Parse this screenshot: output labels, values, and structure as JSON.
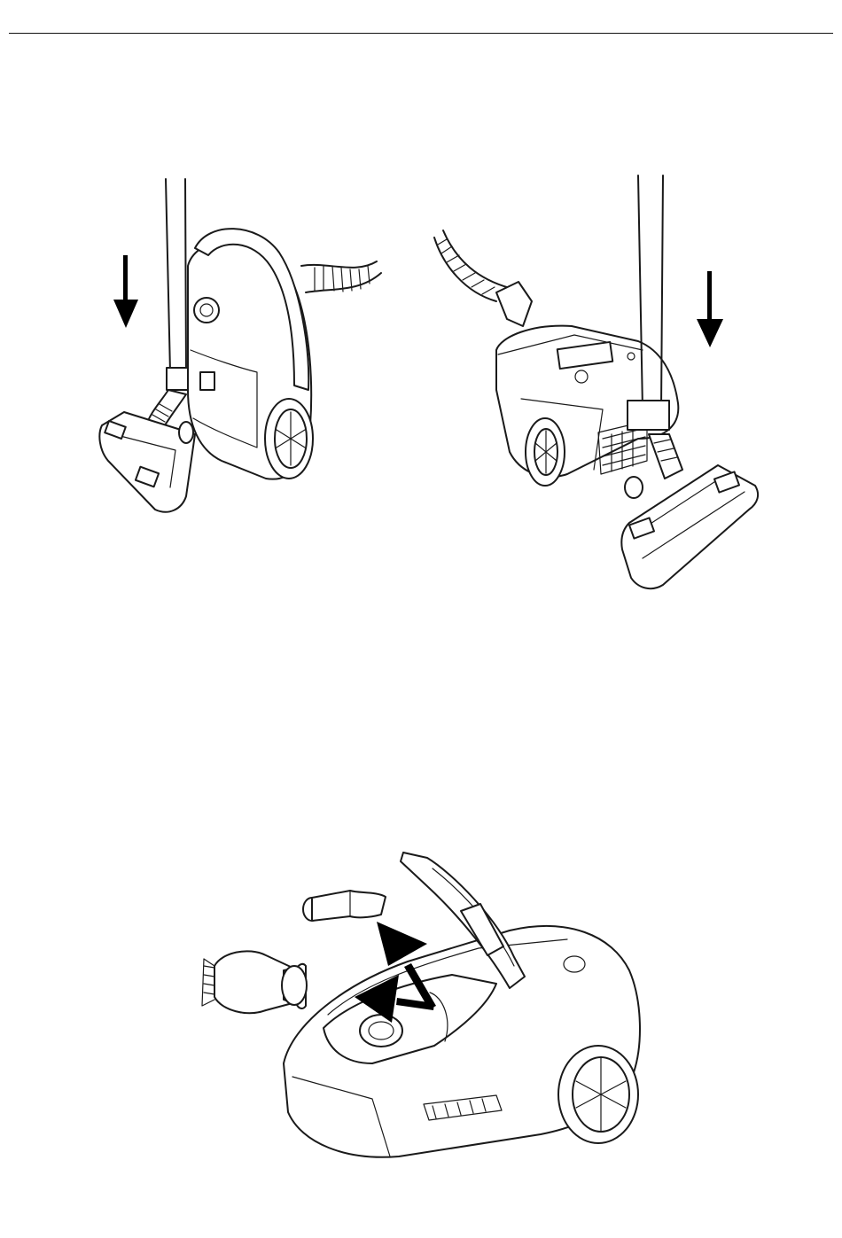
{
  "page": {
    "colors": {
      "line": "#1a1a1a",
      "arrow": "#000000",
      "background": "#ffffff"
    }
  },
  "figures": [
    {
      "id": "storage-position-bag-vacuum",
      "arrow_direction": "down",
      "icons": [
        "down-arrow-icon",
        "vacuum-cleaner-bag-icon",
        "floor-nozzle-icon"
      ]
    },
    {
      "id": "storage-position-cyclone-vacuum",
      "arrow_direction": "down",
      "icons": [
        "down-arrow-icon",
        "vacuum-cleaner-cyclone-icon",
        "floor-nozzle-icon"
      ]
    },
    {
      "id": "accessory-storage-compartment",
      "arrow_direction": "up-left",
      "icons": [
        "crevice-tool-icon",
        "dusting-brush-icon",
        "vacuum-cleaner-open-lid-icon",
        "up-left-arrow-icon"
      ]
    }
  ]
}
